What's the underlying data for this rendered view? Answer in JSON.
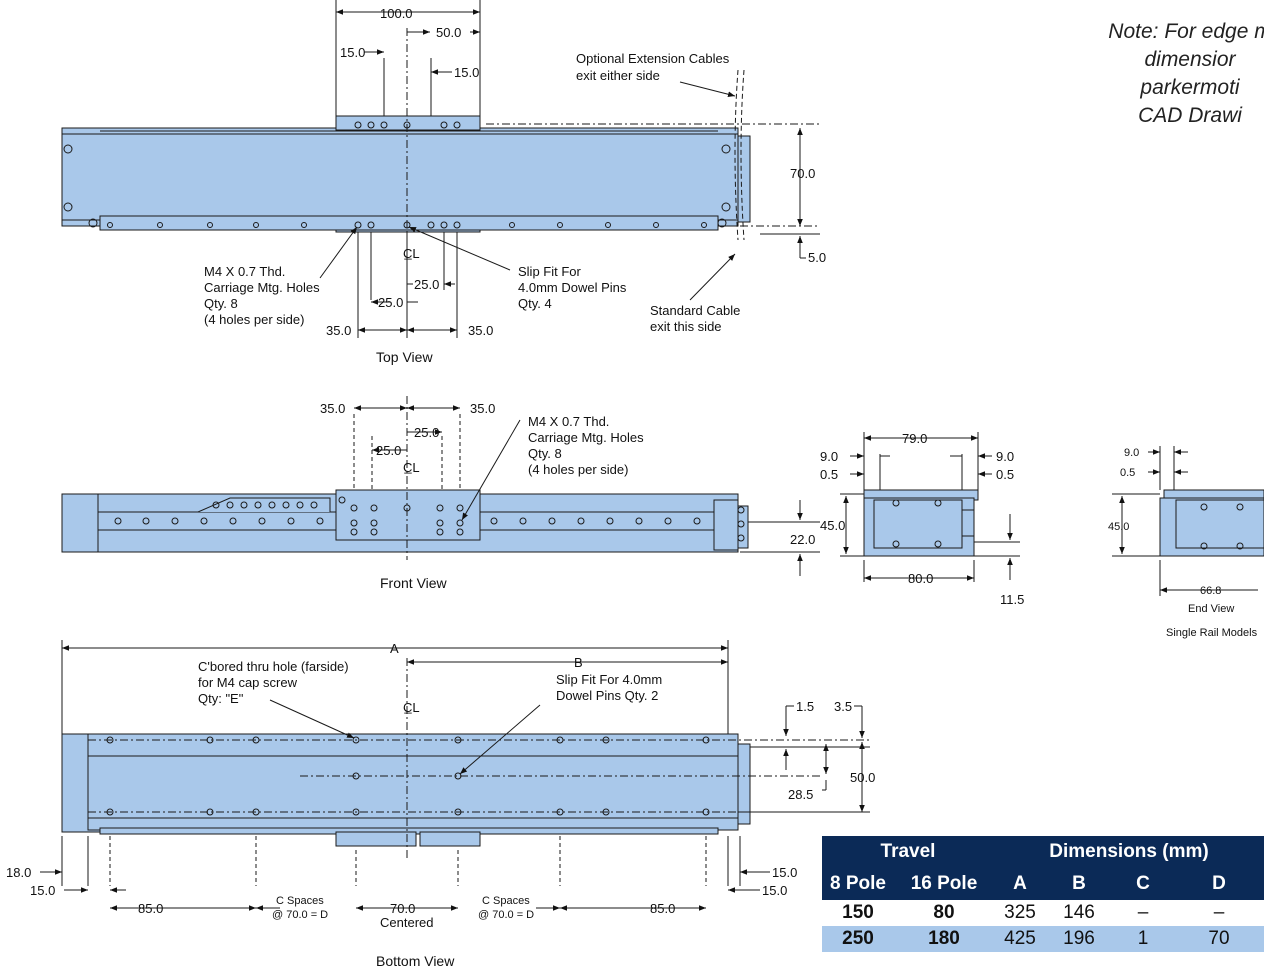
{
  "note": {
    "lines": [
      "Note: For edge m",
      "dimensior",
      "parkermoti",
      "CAD Drawi"
    ]
  },
  "top_view": {
    "dims": {
      "d100": "100.0",
      "d50": "50.0",
      "d15a": "15.0",
      "d15b": "15.0",
      "d70": "70.0",
      "d5": "5.0",
      "d25a": "25.0",
      "d25b": "25.0",
      "d35a": "35.0",
      "d35b": "35.0"
    },
    "ann_ext_cable": [
      "Optional Extension Cables",
      "exit either side"
    ],
    "ann_mtg_holes": [
      "M4 X 0.7 Thd.",
      "Carriage Mtg. Holes",
      "Qty. 8",
      "(4 holes per side)"
    ],
    "ann_dowel": [
      "Slip Fit For",
      "4.0mm Dowel Pins",
      "Qty. 4"
    ],
    "ann_std_cable": [
      "Standard Cable",
      "exit this side"
    ],
    "cl": "C̲L",
    "title": "Top View"
  },
  "front_view": {
    "dims": {
      "d35a": "35.0",
      "d35b": "35.0",
      "d25a": "25.0",
      "d25b": "25.0",
      "d22": "22.0"
    },
    "ann_mtg_holes": [
      "M4 X 0.7 Thd.",
      "Carriage Mtg. Holes",
      "Qty. 8",
      "(4 holes per side)"
    ],
    "cl": "C̲L",
    "title": "Front View"
  },
  "end_view": {
    "dims": {
      "d79": "79.0",
      "d9a": "9.0",
      "d9b": "9.0",
      "d05a": "0.5",
      "d05b": "0.5",
      "d45": "45.0",
      "d80": "80.0",
      "d115": "11.5"
    }
  },
  "single_rail_view": {
    "dims": {
      "d9": "9.0",
      "d05": "0.5",
      "d45": "45.0",
      "d668": "66.8"
    },
    "title": "End View",
    "subtitle": "Single Rail Models"
  },
  "bottom_view": {
    "dims": {
      "dA": "A",
      "dB": "B",
      "d15": "1.5",
      "d35": "3.5",
      "d50": "50.0",
      "d285": "28.5",
      "d18": "18.0",
      "d15l": "15.0",
      "d85a": "85.0",
      "d70": "70.0",
      "d85b": "85.0",
      "d15r1": "15.0",
      "d15r2": "15.0"
    },
    "ann_cbore": [
      "C'bored thru hole (farside)",
      "for M4 cap screw",
      "Qty: \"E\""
    ],
    "ann_dowel": [
      "Slip Fit For 4.0mm",
      "Dowel Pins  Qty. 2"
    ],
    "ann_cspace_l": [
      "C Spaces",
      "@ 70.0 = D"
    ],
    "ann_cspace_r": [
      "C Spaces",
      "@ 70.0 = D"
    ],
    "ann_centered": "Centered",
    "cl": "C̲L",
    "title": "Bottom View"
  },
  "table": {
    "group_headers": [
      "Travel",
      "Dimensions (mm)"
    ],
    "col_headers": [
      "8 Pole",
      "16 Pole",
      "A",
      "B",
      "C",
      "D"
    ],
    "rows": [
      [
        "150",
        "80",
        "325",
        "146",
        "–",
        "–"
      ],
      [
        "250",
        "180",
        "425",
        "196",
        "1",
        "70"
      ]
    ]
  },
  "colors": {
    "body": "#a9c8ea",
    "outline": "#1a1a1a",
    "header": "#0b2a57",
    "row_alt": "#a9c8ea"
  }
}
